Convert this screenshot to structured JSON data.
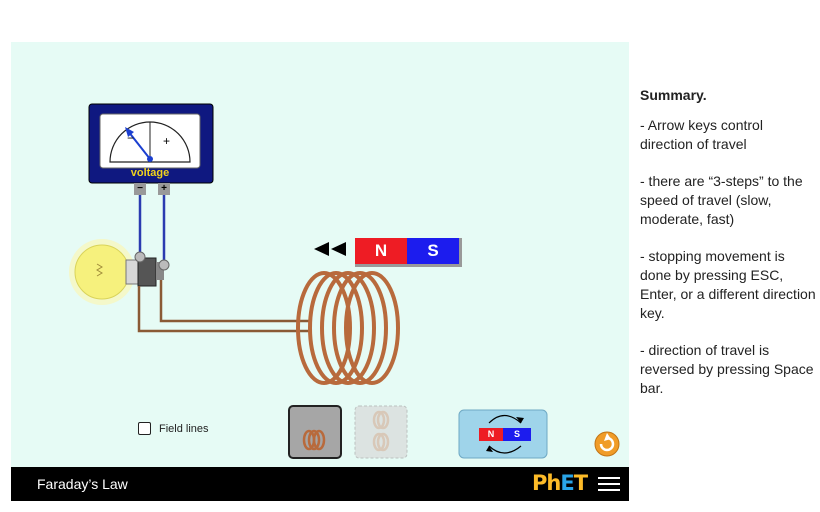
{
  "sim": {
    "title": "Faraday’s Law",
    "logo_text": "PhET",
    "field_lines_label": "Field lines",
    "field_lines_checked": false,
    "voltmeter": {
      "label": "voltage",
      "minus": "−",
      "plus": "+",
      "neg_terminal": "−",
      "pos_terminal": "+"
    },
    "magnet": {
      "north": "N",
      "south": "S",
      "north_color": "#ee1c24",
      "south_color": "#1c1cee"
    },
    "flip_button": {
      "north": "N",
      "south": "S"
    },
    "coil_options_selected": "one-coil"
  },
  "summary": {
    "title": "Summary.",
    "paragraphs": [
      "- Arrow keys control direction of travel",
      "- there are “3-steps” to the speed of travel (slow, moderate, fast)",
      "- stopping movement is done by pressing ESC, Enter, or a different direction key.",
      "- direction of travel is reversed by pressing Space bar."
    ]
  },
  "colors": {
    "background": "#e6fbf5",
    "navbar": "#000000",
    "coil": "#b86a3c",
    "wire_blue": "#2b3bb0"
  }
}
